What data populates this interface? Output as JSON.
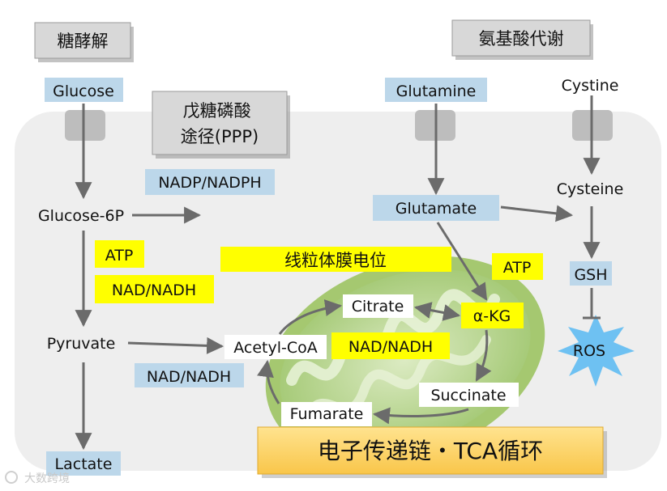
{
  "pathways": {
    "glycolysis": "糖酵解",
    "amino_acid_metabolism": "氨基酸代谢",
    "ppp": "戊糖磷酸\n途径(PPP)"
  },
  "metabolites": {
    "glucose": "Glucose",
    "glucose_6p": "Glucose-6P",
    "pyruvate": "Pyruvate",
    "lactate": "Lactate",
    "glutamine": "Glutamine",
    "glutamate": "Glutamate",
    "cystine": "Cystine",
    "cysteine": "Cysteine",
    "gsh": "GSH",
    "ros": "ROS",
    "acetyl_coa": "Acetyl-CoA",
    "citrate": "Citrate",
    "alpha_kg": "α-KG",
    "succinate": "Succinate",
    "fumarate": "Fumarate"
  },
  "cofactors": {
    "nadp_nadph": "NADP/NADPH",
    "atp_glycolysis": "ATP",
    "nad_nadh_glycolysis": "NAD/NADH",
    "nad_nadh_pyruvate": "NAD/NADH",
    "nad_nadh_tca": "NAD/NADH",
    "atp_mito": "ATP"
  },
  "labels": {
    "mito_potential": "线粒体膜电位",
    "etc_tca": "电子传递链・TCA循环"
  },
  "watermark": "大数跨境",
  "colors": {
    "blue_box": "#bcd7ea",
    "yellow_box": "#ffff00",
    "gold_banner": "#ffd66b",
    "cell": "#eeeeee",
    "mito_outer": "#a5c870",
    "ros_star": "#6ec1f2"
  }
}
